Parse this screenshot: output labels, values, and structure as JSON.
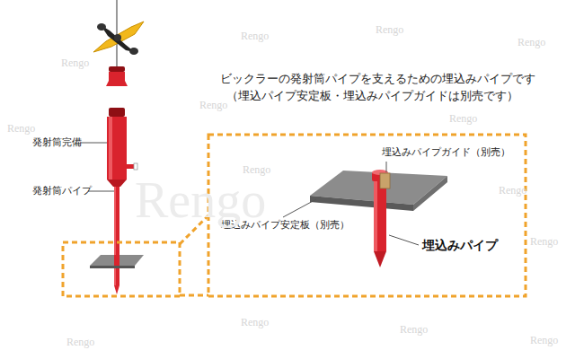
{
  "diagram": {
    "labels": [
      "ビックラーの発射筒パイプを支えるための埋込みパイプです",
      "（埋込パイプ安定板・埋込みパイプガイドは別売です）",
      "発射筒完備",
      "発射筒パイプ",
      "埋込みパイプガイド（別売）",
      "埋込みパイプ安定板（別売）",
      "埋込みパイプ",
      "Rengo",
      "Rengo",
      "Rengo",
      "Rengo",
      "Rengo",
      "Rengo",
      "Rengo",
      "Rengo",
      "Rengo",
      "Rengo",
      "Rengo",
      "Rengo",
      "Rengo",
      "Rengo",
      "Rengo"
    ]
  }
}
